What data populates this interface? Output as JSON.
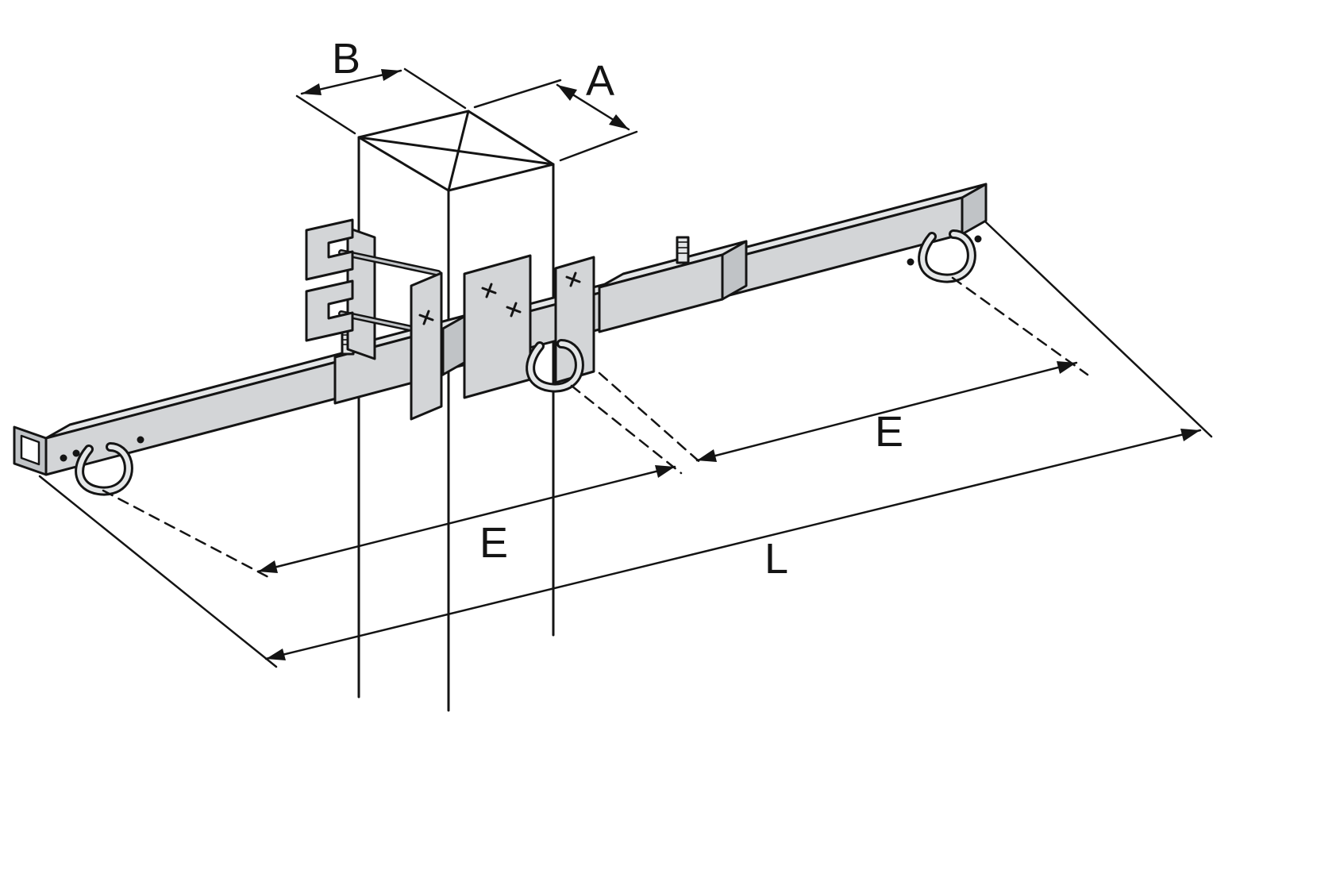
{
  "diagram": {
    "description": "Isometric line drawing of a telescopic cross-arm clamped to a square post, with dimension callouts",
    "dimension_labels": {
      "b": "B",
      "a": "A",
      "e_left": "E",
      "e_right": "E",
      "l": "L"
    },
    "colors": {
      "background": "#ffffff",
      "line": "#141414",
      "metal_light": "#e4e6e7",
      "metal_mid": "#d3d5d7",
      "metal_dark": "#c0c3c6"
    },
    "parts": [
      "square-post",
      "cross-arm-beam",
      "telescoping-sleeve-left",
      "telescoping-sleeve-right",
      "clamp-plates",
      "mounting-brackets",
      "through-bolts",
      "hanger-hook-left",
      "hanger-hook-center",
      "hanger-hook-right"
    ]
  }
}
